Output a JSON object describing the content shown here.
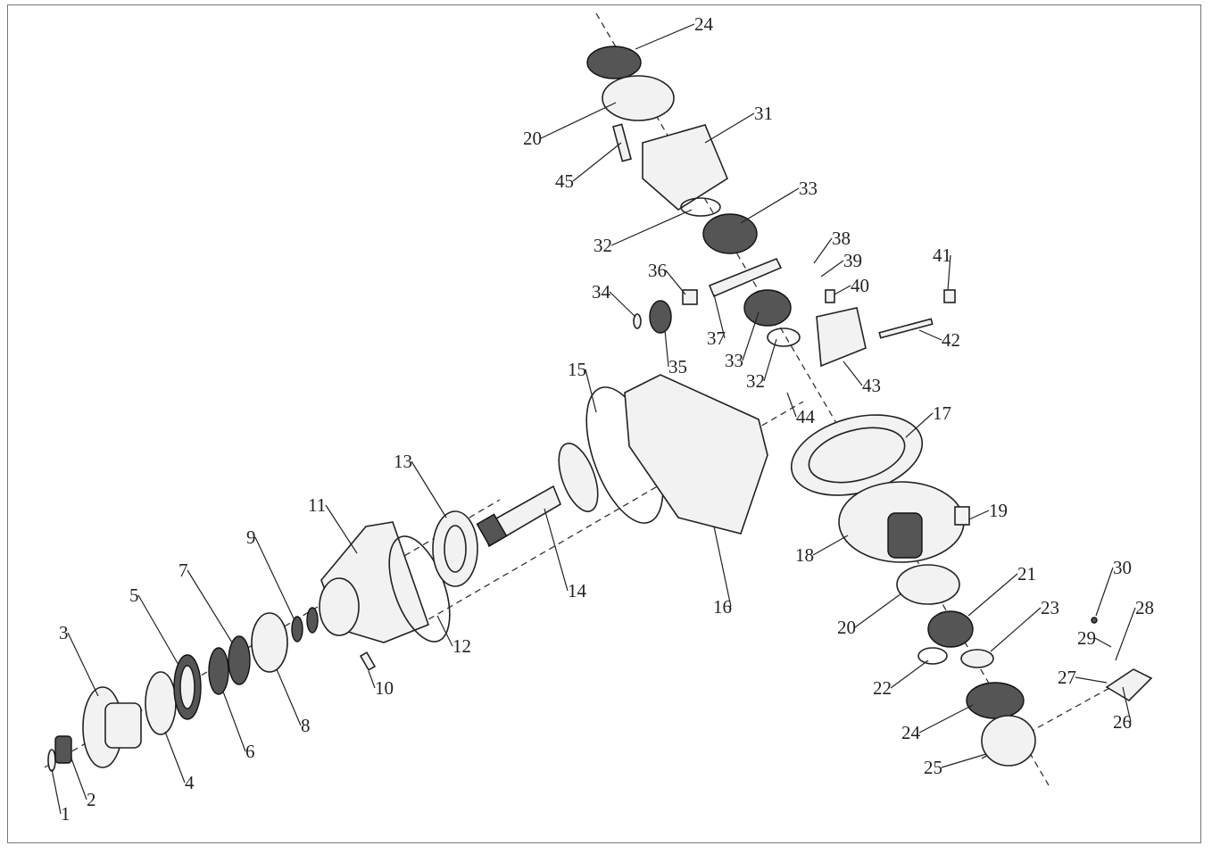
{
  "diagram": {
    "type": "exploded-parts-view",
    "labels": [
      "24",
      "20",
      "31",
      "45",
      "33",
      "32",
      "38",
      "39",
      "40",
      "41",
      "36",
      "34",
      "37",
      "33",
      "35",
      "32",
      "42",
      "43",
      "15",
      "44",
      "17",
      "13",
      "11",
      "19",
      "18",
      "9",
      "7",
      "5",
      "3",
      "14",
      "16",
      "21",
      "30",
      "28",
      "20",
      "23",
      "29",
      "12",
      "10",
      "22",
      "27",
      "8",
      "6",
      "24",
      "26",
      "4",
      "25",
      "2",
      "1"
    ]
  }
}
